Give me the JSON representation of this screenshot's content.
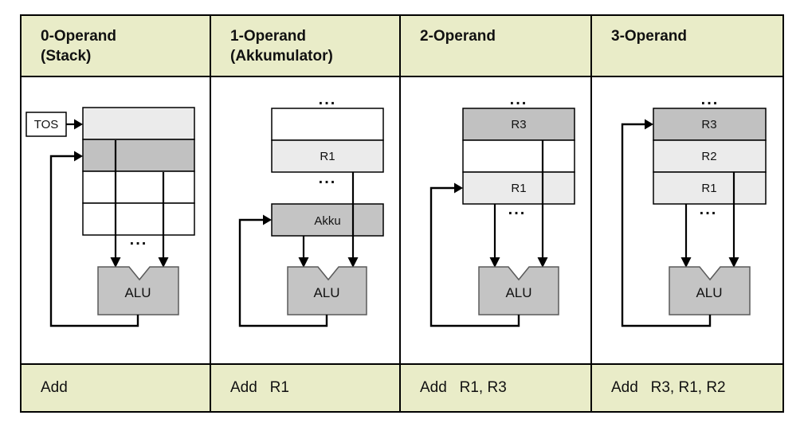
{
  "colors": {
    "band_bg": "#e9ecc8",
    "cell_dark": "#c1c1c1",
    "cell_light": "#ebebeb",
    "cell_white": "#ffffff",
    "alu_fill": "#c4c4c4",
    "alu_border": "#5a5a5a",
    "line_color": "#000000"
  },
  "columns": [
    {
      "header_line1": "0-Operand",
      "header_line2": "(Stack)",
      "instruction": "Add",
      "tos_label": "TOS",
      "alu_label": "ALU",
      "ellipsis_bottom": "..."
    },
    {
      "header_line1": "1-Operand",
      "header_line2": "(Akkumulator)",
      "instruction": "Add   R1",
      "r1_label": "R1",
      "akku_label": "Akku",
      "alu_label": "ALU",
      "ellipsis_top": "...",
      "ellipsis_bottom": "..."
    },
    {
      "header_line1": "2-Operand",
      "header_line2": "",
      "instruction": "Add   R1, R3",
      "r3_label": "R3",
      "r1_label": "R1",
      "alu_label": "ALU",
      "ellipsis_top": "...",
      "ellipsis_bottom": "..."
    },
    {
      "header_line1": "3-Operand",
      "header_line2": "",
      "instruction": "Add   R3, R1, R2",
      "r3_label": "R3",
      "r2_label": "R2",
      "r1_label": "R1",
      "alu_label": "ALU",
      "ellipsis_top": "...",
      "ellipsis_bottom": "..."
    }
  ]
}
